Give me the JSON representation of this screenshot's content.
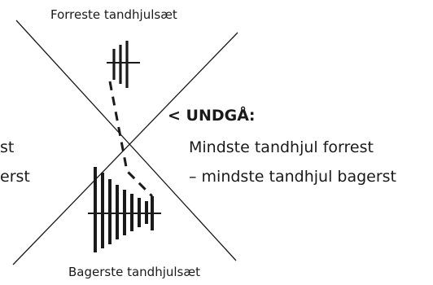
{
  "diagram": {
    "front_label": "Forreste tandhjulsæt",
    "rear_label": "Bagerste tandhjulsæt",
    "avoid_heading": "< UNDGÅ:",
    "avoid_line1": "Mindste tandhjul forrest",
    "avoid_line2": "– mindste tandhjul bagerst",
    "left_line1_fragment": "st",
    "left_line2_fragment": "erst",
    "line_color": "#1a1a1a"
  }
}
